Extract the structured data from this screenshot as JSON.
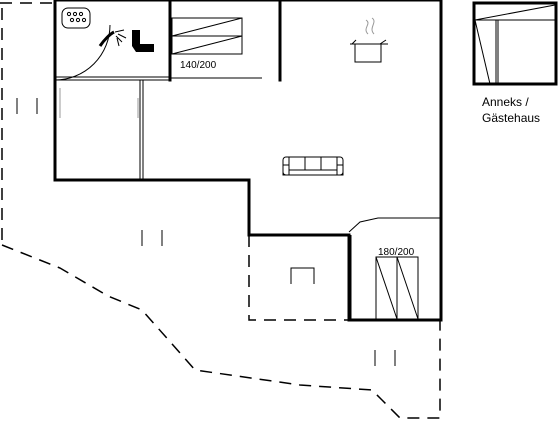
{
  "labels": {
    "bed_1": "140/200",
    "bed_2": "180/200",
    "annex_line1": "Anneks /",
    "annex_line2": "Gästehaus"
  },
  "icons": [
    "jacuzzi-icon",
    "shower-icon",
    "toilet-icon",
    "stove-pot-icon",
    "sofa-icon",
    "table-icon"
  ]
}
